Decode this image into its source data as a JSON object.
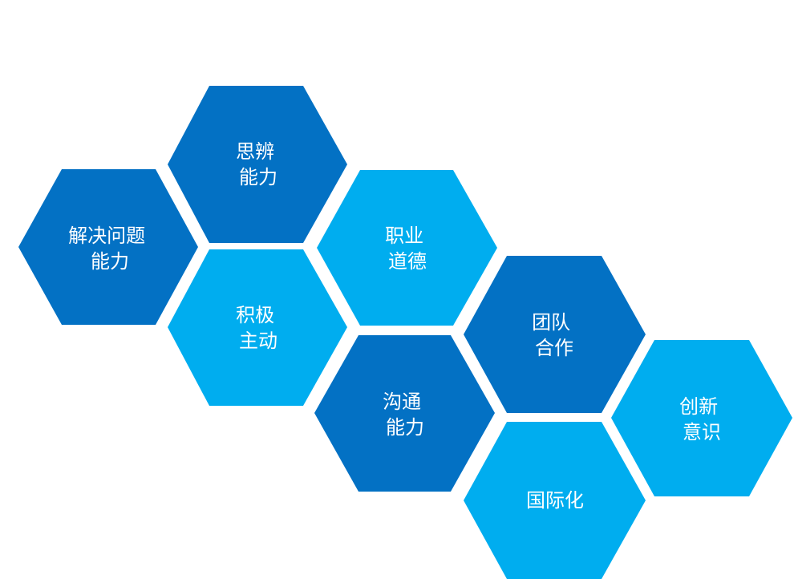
{
  "palette": {
    "dark": "#0371c4",
    "light": "#00adef",
    "text": "#ffffff",
    "background": "#ffffff"
  },
  "hexagons": [
    {
      "id": "solve-problems",
      "lines": [
        "解决问题",
        "能力"
      ],
      "tone": "dark"
    },
    {
      "id": "critical-thinking",
      "lines": [
        "思辨",
        "能力"
      ],
      "tone": "dark"
    },
    {
      "id": "proactive",
      "lines": [
        "积极",
        "主动"
      ],
      "tone": "light"
    },
    {
      "id": "professional-ethics",
      "lines": [
        "职业",
        "道德"
      ],
      "tone": "light"
    },
    {
      "id": "communication",
      "lines": [
        "沟通",
        "能力"
      ],
      "tone": "dark"
    },
    {
      "id": "teamwork",
      "lines": [
        "团队",
        "合作"
      ],
      "tone": "dark"
    },
    {
      "id": "internationalization",
      "lines": [
        "国际化"
      ],
      "tone": "light"
    },
    {
      "id": "innovation",
      "lines": [
        "创新",
        "意识"
      ],
      "tone": "light"
    }
  ]
}
